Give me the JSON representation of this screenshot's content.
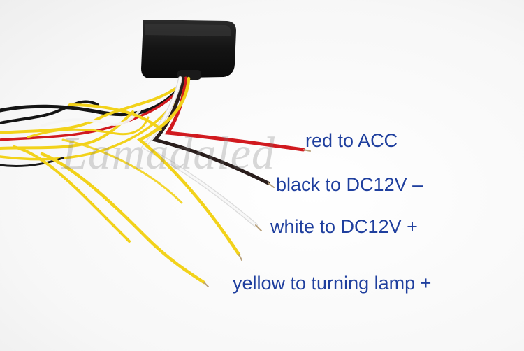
{
  "watermark": "Lamadaled",
  "labels": {
    "red": "red to ACC",
    "black": "black to DC12V –",
    "white": "white to DC12V +",
    "yellow": "yellow to turning lamp +"
  },
  "colors": {
    "label_text": "#1f3f9e",
    "module_body": "#161616",
    "wire_red": "#d11a1f",
    "wire_black": "#2a1e1c",
    "wire_white": "#f4f4f4",
    "wire_yellow": "#f2d21a"
  }
}
